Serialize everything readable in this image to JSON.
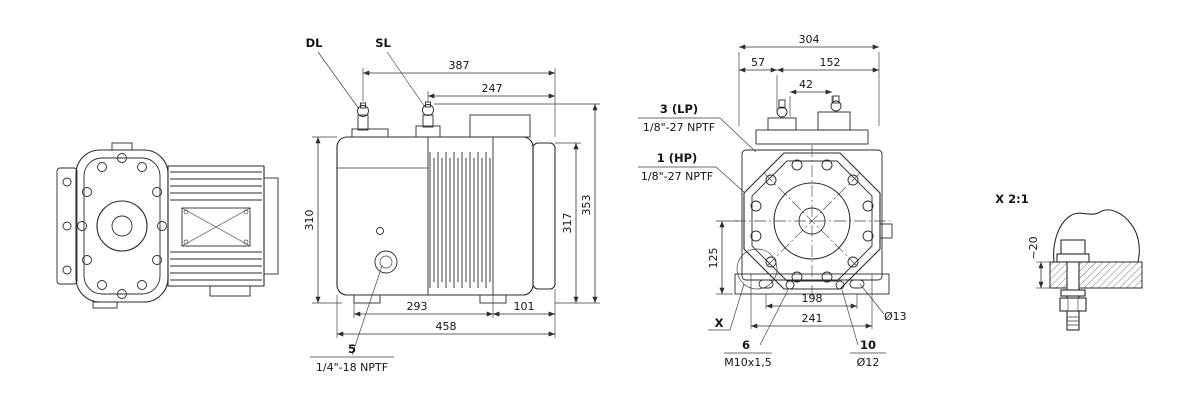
{
  "side_view": {
    "port_dl": "DL",
    "port_sl": "SL",
    "dim_top_overall": "387",
    "dim_top_partial": "247",
    "dim_height_left": "310",
    "dim_height_right_inner": "317",
    "dim_height_right_outer": "353",
    "dim_bottom_left": "293",
    "dim_bottom_right": "101",
    "dim_overall_length": "458",
    "callout_5": {
      "num": "5",
      "thread": "1/4\"-18 NPTF"
    }
  },
  "end_view": {
    "dim_overall_width": "304",
    "dim_left_offset": "57",
    "dim_right_offset": "152",
    "dim_center_offset": "42",
    "dim_shaft_height": "125",
    "dim_foot_holes_inner": "198",
    "dim_foot_holes_outer": "241",
    "port_lp": {
      "label": "3 (LP)",
      "thread": "1/8\"-27 NPTF"
    },
    "port_hp": {
      "label": "1 (HP)",
      "thread": "1/8\"-27 NPTF"
    },
    "foot_slot_dia": "Ø13",
    "detail_marker": "X",
    "callout_6": {
      "num": "6",
      "thread": "M10x1,5"
    },
    "callout_10": {
      "num": "10",
      "dia": "Ø12"
    }
  },
  "detail_view": {
    "title": "X 2:1",
    "dim_thickness": "~20"
  }
}
